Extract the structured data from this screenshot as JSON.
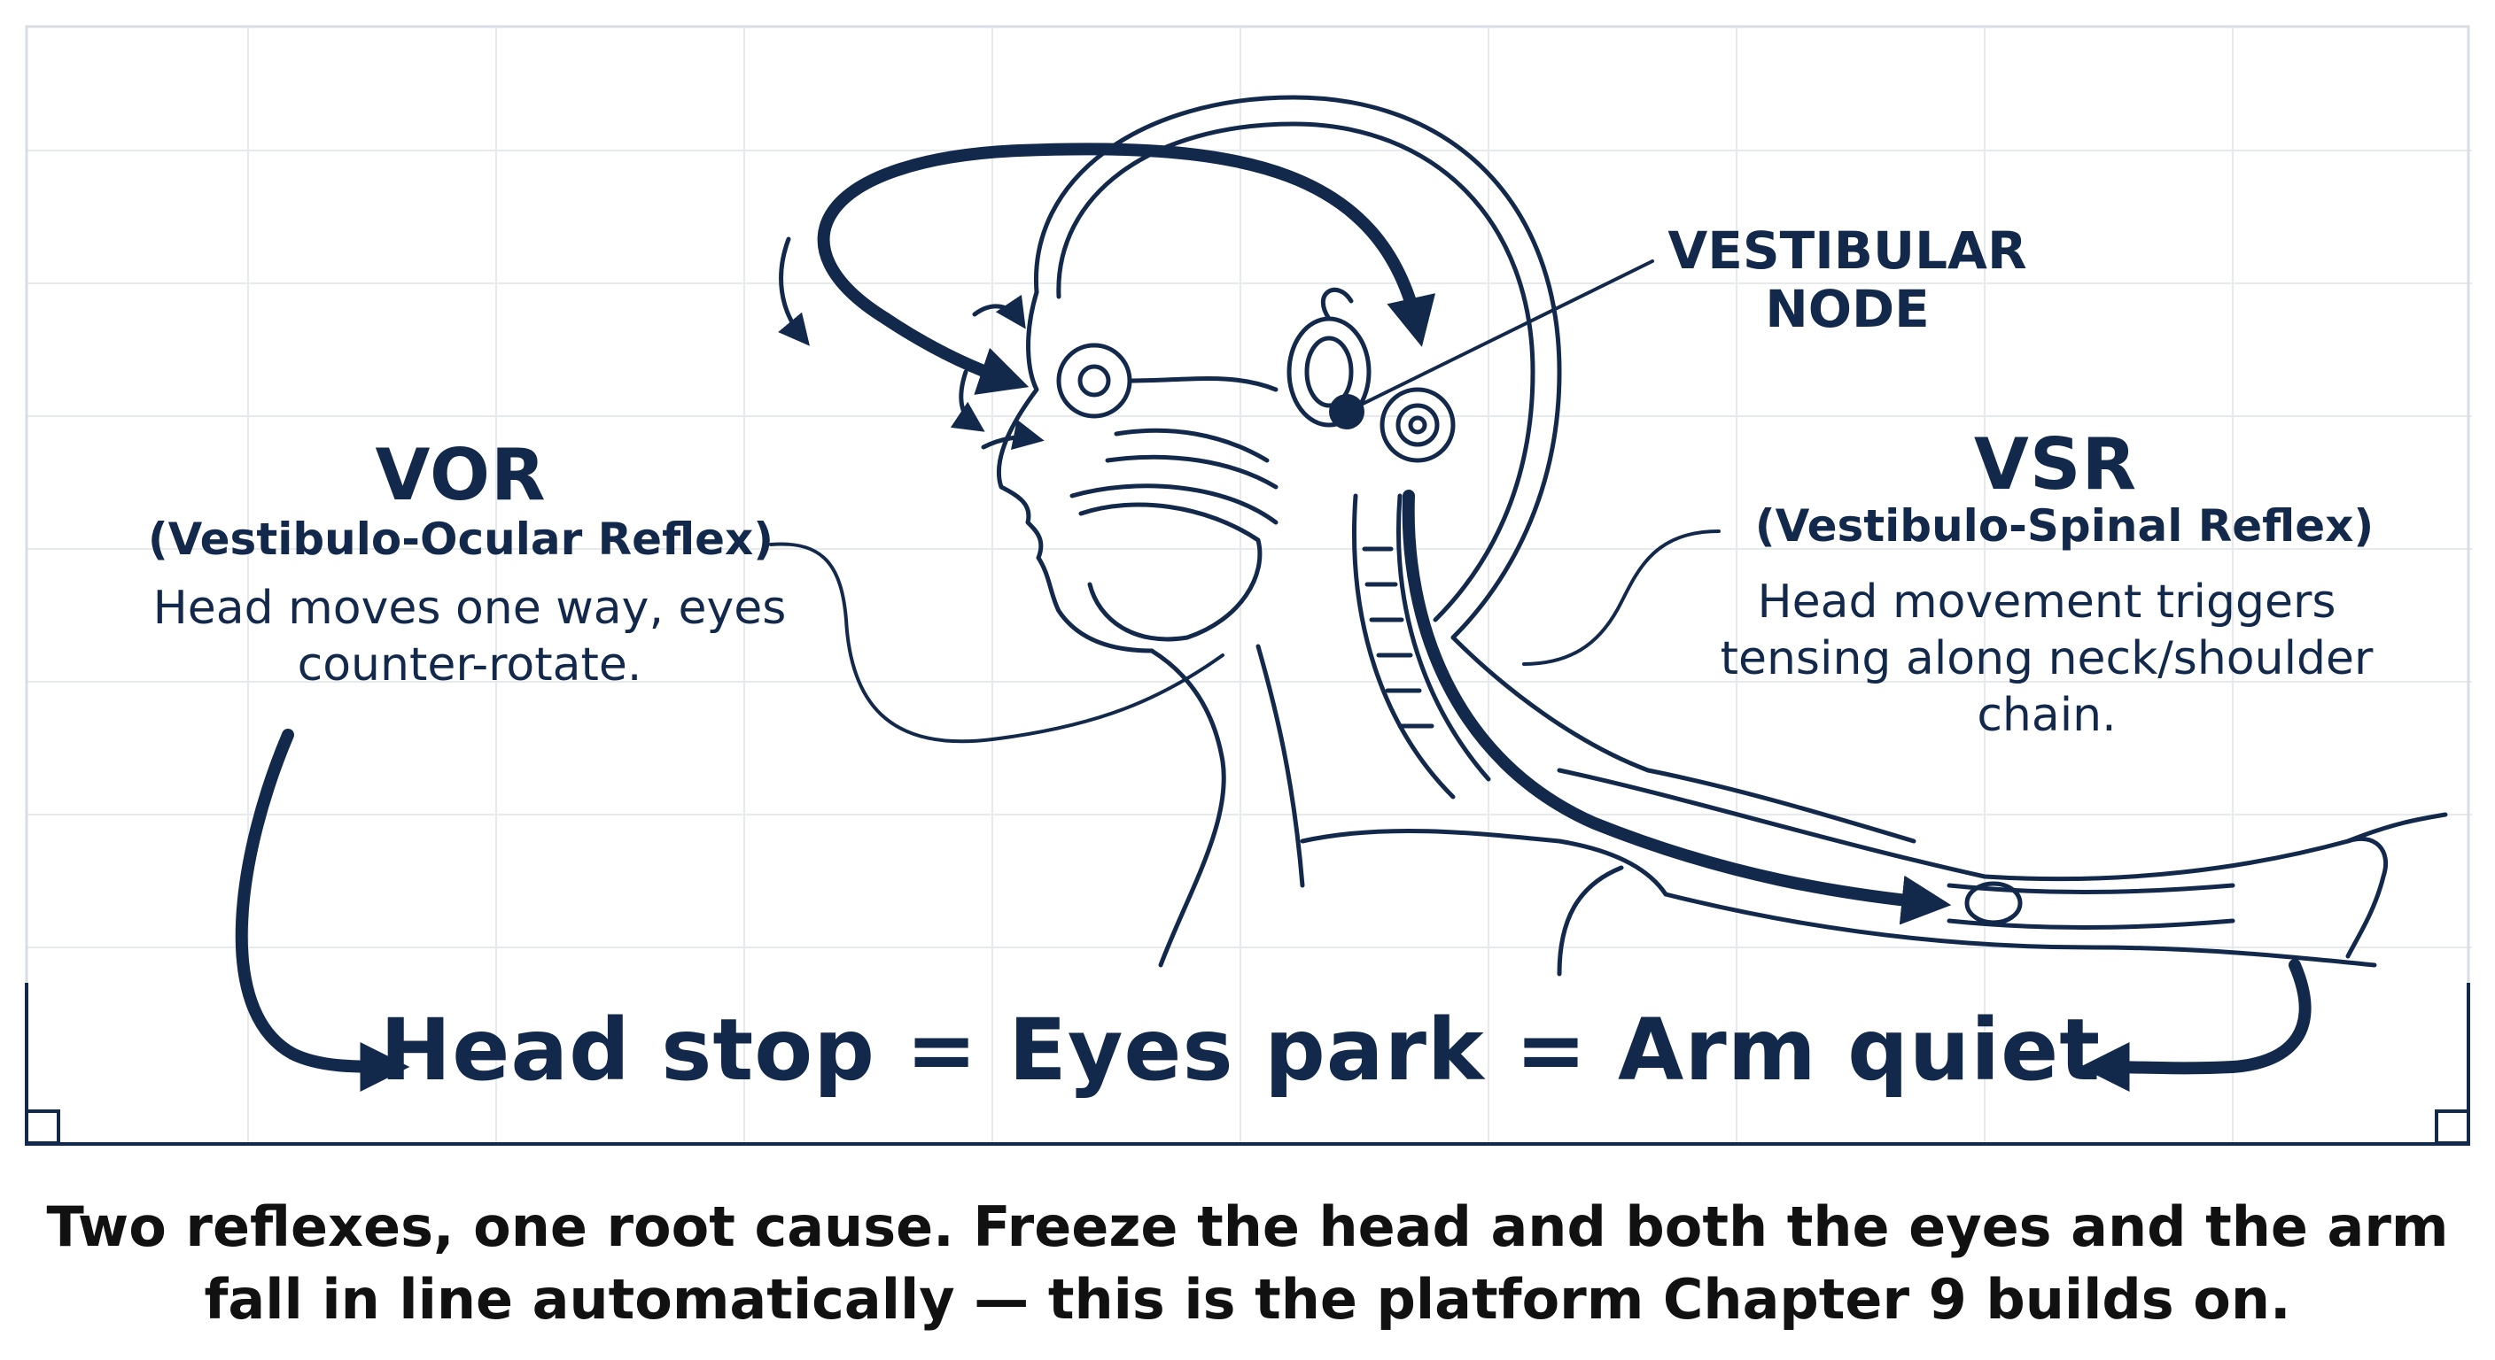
{
  "vor": {
    "title": "VOR",
    "subtitle": "(Vestibulo-Ocular Reflex)",
    "description": "Head moves one way, eyes counter-rotate."
  },
  "vsr": {
    "title": "VSR",
    "subtitle": "(Vestibulo-Spinal Reflex)",
    "description": "Head movement triggers tensing along neck/shoulder chain."
  },
  "node": {
    "label": "VESTIBULAR NODE"
  },
  "equation": {
    "text": "Head stop = Eyes park = Arm quiet"
  },
  "caption": {
    "text": "Two reflexes, one root cause. Freeze the head and both the eyes and the arm fall in line automatically — this is the platform Chapter 9 builds on."
  },
  "colors": {
    "ink": "#13294b",
    "grid": "#e6e9ee",
    "background": "#ffffff"
  }
}
